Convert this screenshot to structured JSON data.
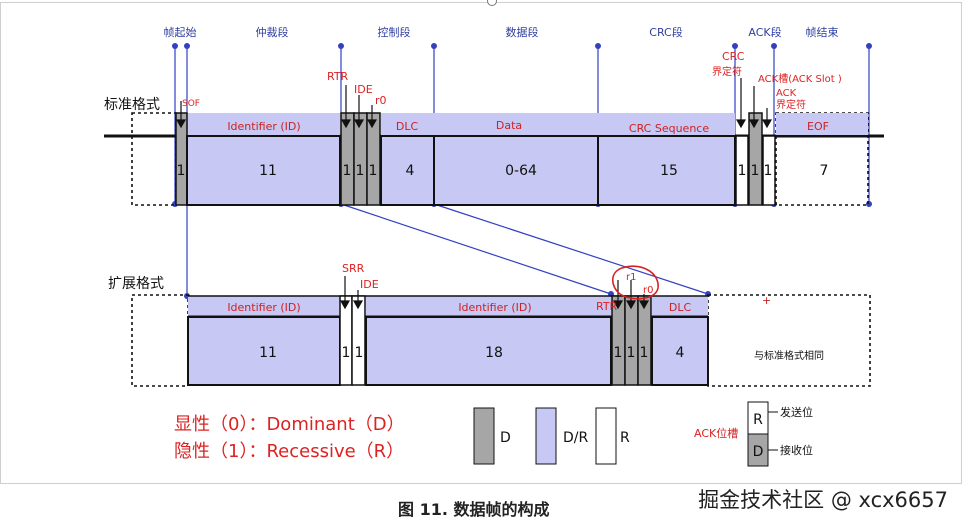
{
  "segments": {
    "sof_seg": "帧起始",
    "arb_seg": "仲裁段",
    "ctrl_seg": "控制段",
    "data_seg": "数据段",
    "crc_seg": "CRC段",
    "ack_seg": "ACK段",
    "eof_seg": "帧结束"
  },
  "frame_labels": {
    "standard": "标准格式",
    "extended": "扩展格式"
  },
  "standard": {
    "sof": "SOF",
    "rtr": "RTR",
    "ide": "IDE",
    "r0": "r0",
    "crc_delim_1": "CRC",
    "crc_delim_2": "界定符",
    "ack_slot": "ACK槽(ACK Slot )",
    "ack_delim_1": "ACK",
    "ack_delim_2": "界定符",
    "identifier": "Identifier (ID)",
    "dlc": "DLC",
    "data": "Data",
    "crc_sequence": "CRC Sequence",
    "eof": "EOF",
    "bits": {
      "sof": "1",
      "id": "11",
      "rtr": "1",
      "ide": "1",
      "r0": "1",
      "dlc": "4",
      "data": "0-64",
      "crc": "15",
      "crc_delim": "1",
      "ack_slot": "1",
      "ack_delim": "1",
      "eof": "7"
    }
  },
  "extended": {
    "srr": "SRR",
    "ide": "IDE",
    "identifier_a": "Identifier (ID)",
    "identifier_b": "Identifier (ID)",
    "rtr": "RTR",
    "r1": "r1",
    "r0": "r0",
    "dlc": "DLC",
    "same_as_standard": "与标准格式相同",
    "bits": {
      "id_a": "11",
      "srr": "1",
      "ide": "1",
      "id_b": "18",
      "rtr": "1",
      "r1": "1",
      "r0": "1",
      "dlc": "4"
    }
  },
  "legend": {
    "dominant": "显性（0）：Dominant（D）",
    "recessive": "隐性（1）：Recessive（R）",
    "d": "D",
    "dr": "D/R",
    "r": "R",
    "ack_bit": "ACK位槽",
    "send_bit": "发送位",
    "recv_bit": "接收位",
    "ack_r": "R",
    "ack_d": "D"
  },
  "caption": "图 11.   数据帧的构成",
  "watermark": "掘金技术社区 @ xcx6657",
  "colors": {
    "blue_fill": "#c8c8f4",
    "gray_fill": "#a6a6a6",
    "segment_label": "#2f3fa0",
    "red_label": "#dd2222",
    "marker_line": "#3340c0",
    "highlight_circle": "#d42424"
  }
}
